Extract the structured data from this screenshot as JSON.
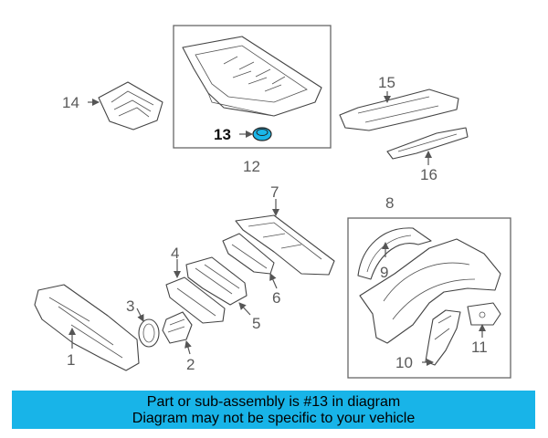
{
  "callouts": {
    "c1": "1",
    "c2": "2",
    "c3": "3",
    "c4": "4",
    "c5": "5",
    "c6": "6",
    "c7": "7",
    "c8": "8",
    "c9": "9",
    "c10": "10",
    "c11": "11",
    "c12": "12",
    "c13": "13",
    "c14": "14",
    "c15": "15",
    "c16": "16"
  },
  "colors": {
    "banner_bg": "#18b4e8",
    "highlight_part": "#1ab7ea"
  },
  "banner": {
    "line1": "Part or sub-assembly is #13 in diagram",
    "line2": "Diagram may not be specific to your vehicle"
  }
}
